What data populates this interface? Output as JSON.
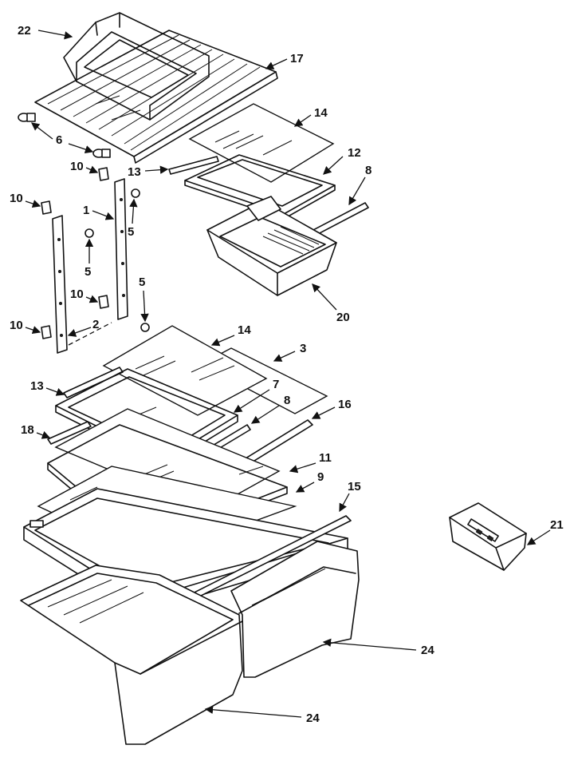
{
  "callouts": {
    "c22": "22",
    "c17": "17",
    "c14a": "14",
    "c12": "12",
    "c8a": "8",
    "c6": "6",
    "c13a": "13",
    "c10a": "10",
    "c10b": "10",
    "c1": "1",
    "c5a": "5",
    "c5b": "5",
    "c5c": "5",
    "c10c": "10",
    "c10d": "10",
    "c2": "2",
    "c20": "20",
    "c14b": "14",
    "c3": "3",
    "c13b": "13",
    "c7": "7",
    "c8b": "8",
    "c16": "16",
    "c18": "18",
    "c11": "11",
    "c9": "9",
    "c15": "15",
    "c21": "21",
    "c24a": "24",
    "c24b": "24"
  }
}
